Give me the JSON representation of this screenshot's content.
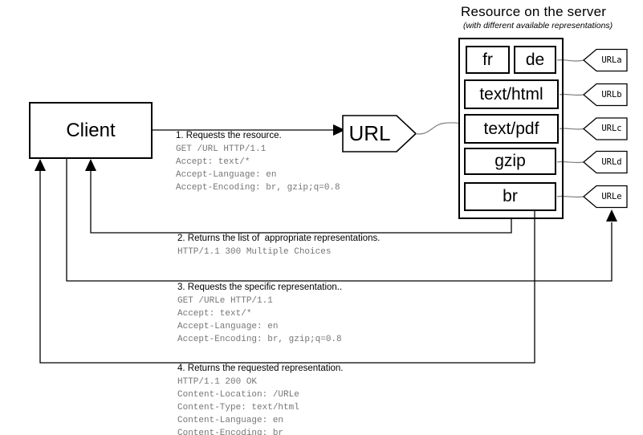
{
  "colors": {
    "line": "#000000",
    "http-gray": "#767676",
    "bg": "#ffffff"
  },
  "server": {
    "title": "Resource on the server",
    "subtitle": "(with different available representations)",
    "representations": [
      {
        "label": "fr"
      },
      {
        "label": "de"
      },
      {
        "label": "text/html"
      },
      {
        "label": "text/pdf"
      },
      {
        "label": "gzip"
      },
      {
        "label": "br"
      }
    ],
    "tags": [
      {
        "label": "URLa"
      },
      {
        "label": "URLb"
      },
      {
        "label": "URLc"
      },
      {
        "label": "URLd"
      },
      {
        "label": "URLe"
      }
    ]
  },
  "client": {
    "label": "Client"
  },
  "url_node": {
    "label": "URL"
  },
  "steps": [
    {
      "label": "1. Requests the resource.",
      "lines": [
        "GET /URL HTTP/1.1",
        "Accept: text/*",
        "Accept-Language: en",
        "Accept-Encoding: br, gzip;q=0.8"
      ]
    },
    {
      "label": "2. Returns the list of  appropriate representations.",
      "lines": [
        "HTTP/1.1 300 Multiple Choices"
      ]
    },
    {
      "label": "3. Requests the specific representation..",
      "lines": [
        "GET /URLe HTTP/1.1",
        "Accept: text/*",
        "Accept-Language: en",
        "Accept-Encoding: br, gzip;q=0.8"
      ]
    },
    {
      "label": "4. Returns the requested representation.",
      "lines": [
        "HTTP/1.1 200 OK",
        "Content-Location: /URLe",
        "Content-Type: text/html",
        "Content-Language: en",
        "Content-Encoding: br"
      ]
    }
  ]
}
